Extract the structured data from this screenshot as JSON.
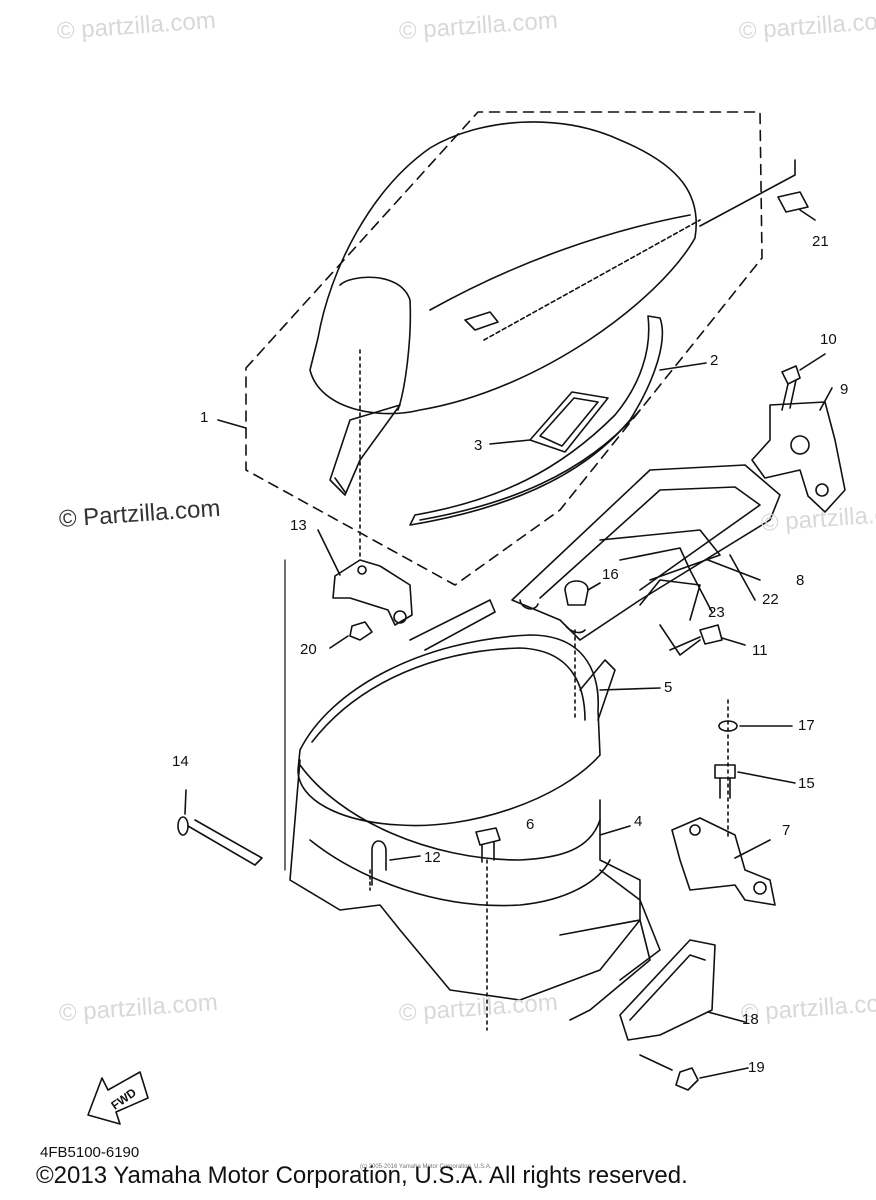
{
  "watermarks": {
    "site": "© Partzilla.com",
    "site_lower": "© partzilla.com"
  },
  "callouts": [
    "1",
    "2",
    "3",
    "4",
    "5",
    "6",
    "7",
    "8",
    "9",
    "10",
    "11",
    "12",
    "13",
    "14",
    "15",
    "16",
    "17",
    "18",
    "19",
    "20",
    "21",
    "22",
    "23"
  ],
  "fwd_label": "FWD",
  "part_code": "4FB5100-6190",
  "fine_print": "(c) 2005-2016 Yamaha Motor Corporation, U.S.A.",
  "copyright": "©2013 Yamaha Motor Corporation, U.S.A. All rights reserved."
}
